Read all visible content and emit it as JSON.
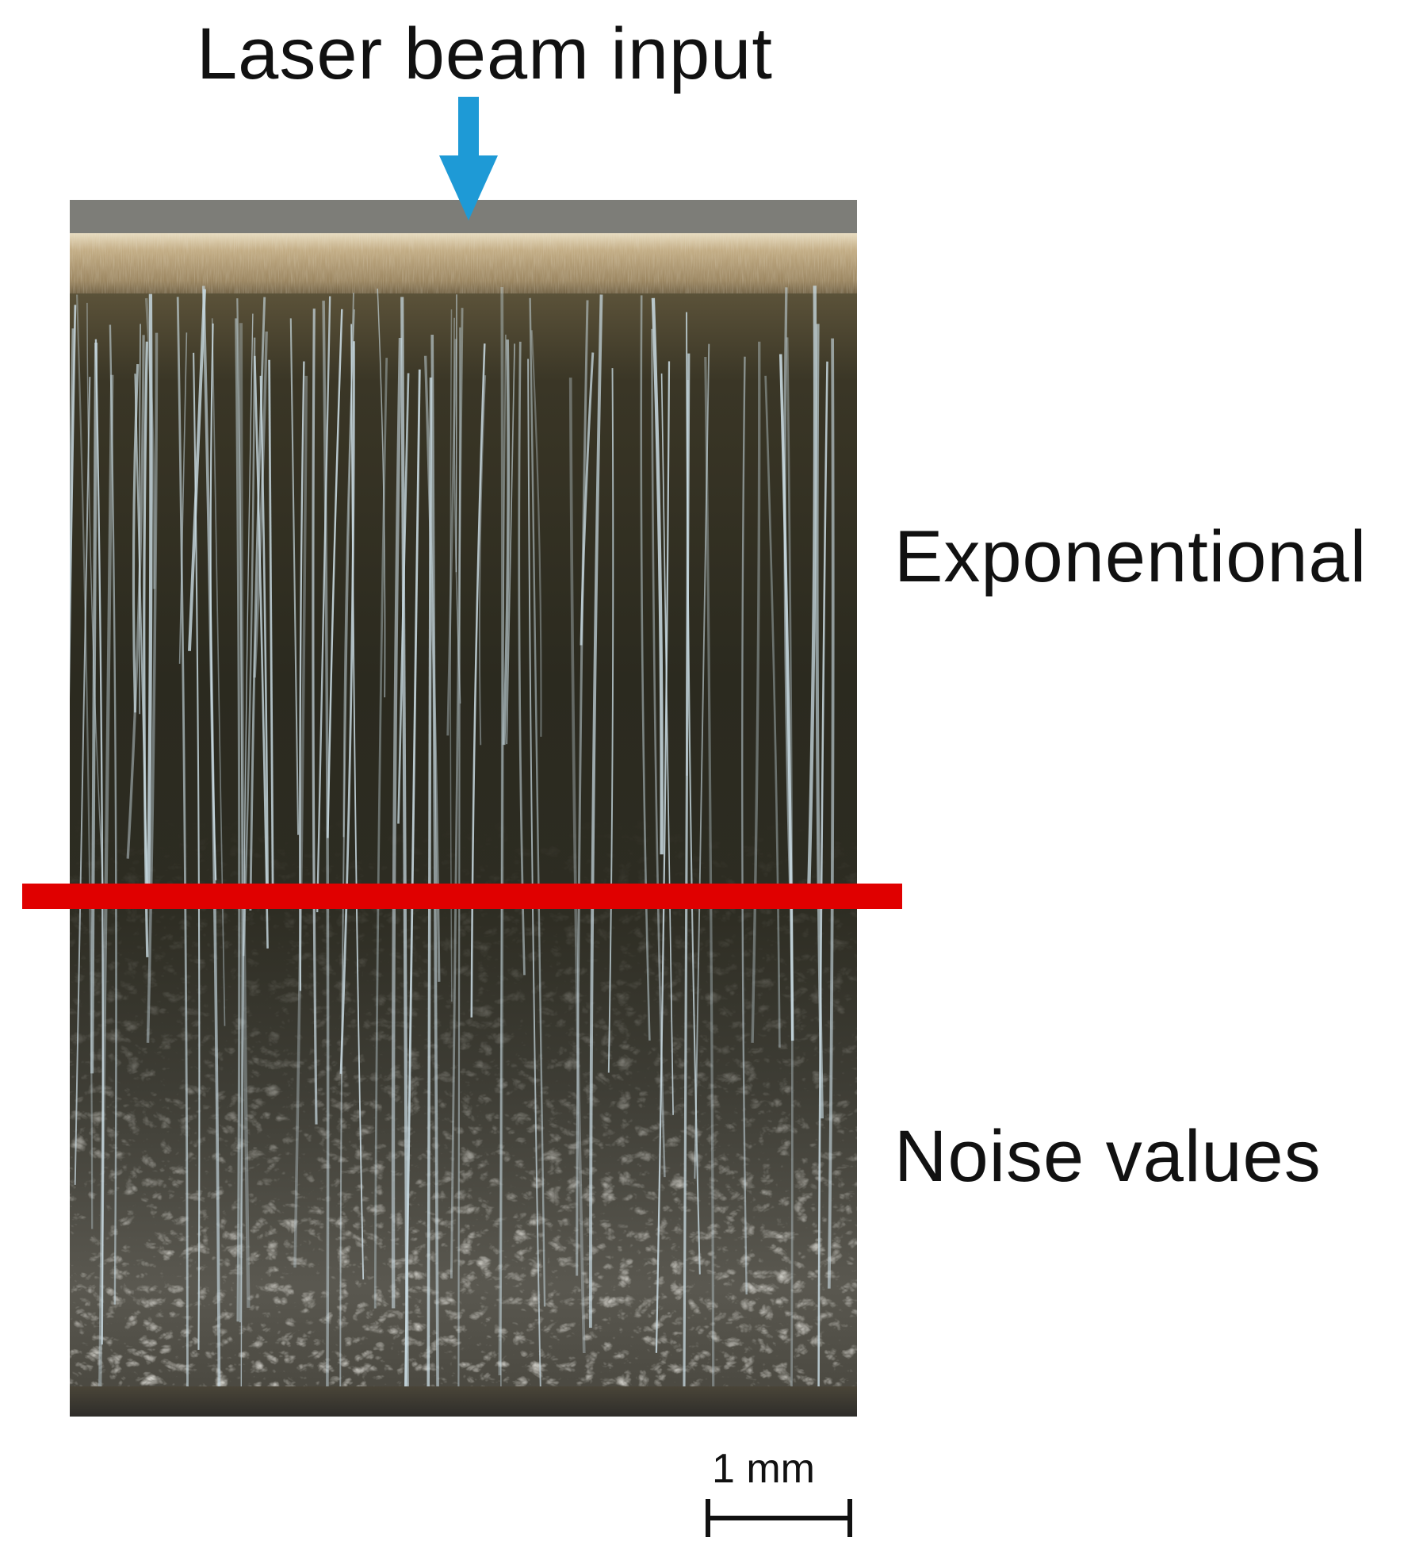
{
  "figure": {
    "beam_label": "Laser beam input",
    "zone_upper_label": "Exponentional",
    "zone_lower_label": "Noise values",
    "scale_bar_label": "1 mm"
  },
  "colors": {
    "arrow": "#1e9ad6",
    "divider_line": "#e00000",
    "top_plate": "#7d7d78",
    "burr_band": "#b8a27c",
    "cut_surface_dark": "#2a2a1f",
    "striation_highlight": "#c9dbe3",
    "dross_region": "#4a4a42",
    "bottom_edge": "#3b3a36"
  },
  "icons": {
    "beam_arrow": "arrow-down-icon",
    "scale_bar": "scale-bar-icon"
  }
}
